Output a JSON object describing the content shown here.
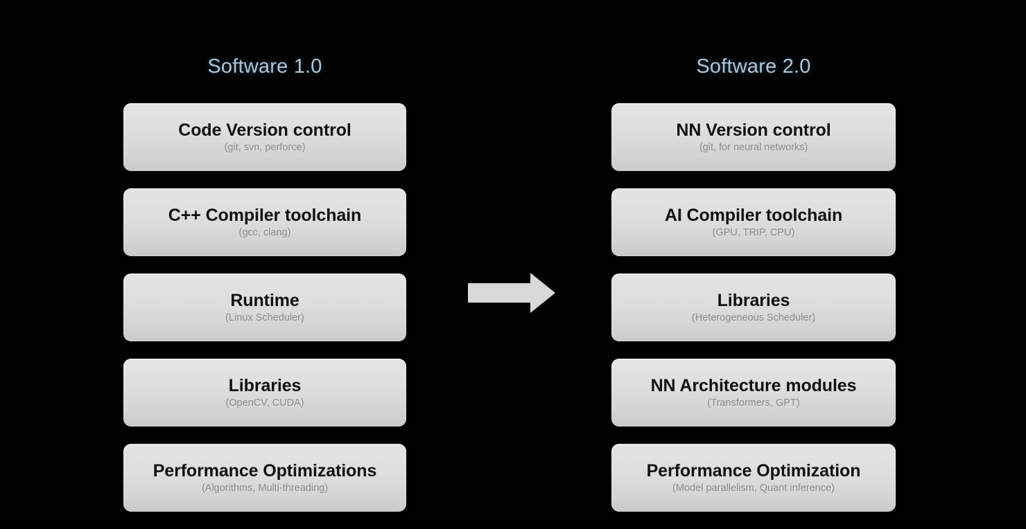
{
  "slide": {
    "background_color": "#000000",
    "title_color": "#a9c6da",
    "card_fill_color": "#dedede",
    "card_title_color": "#111111",
    "card_subtitle_color": "#8d8d8d",
    "arrow_color": "#d9d9d9"
  },
  "columns": [
    {
      "id": "software-1-0",
      "title": "Software 1.0",
      "cards": [
        {
          "title": "Code Version control",
          "subtitle": "(git, svn, perforce)"
        },
        {
          "title": "C++ Compiler toolchain",
          "subtitle": "(gcc, clang)"
        },
        {
          "title": "Runtime",
          "subtitle": "(Linux Scheduler)"
        },
        {
          "title": "Libraries",
          "subtitle": "(OpenCV, CUDA)"
        },
        {
          "title": "Performance Optimizations",
          "subtitle": "(Algorithms, Multi-threading)"
        }
      ]
    },
    {
      "id": "software-2-0",
      "title": "Software 2.0",
      "cards": [
        {
          "title": "NN Version control",
          "subtitle": "(git, for neural networks)"
        },
        {
          "title": "AI Compiler toolchain",
          "subtitle": "(GPU, TRIP, CPU)"
        },
        {
          "title": "Libraries",
          "subtitle": "(Heterogeneous Scheduler)"
        },
        {
          "title": "NN Architecture modules",
          "subtitle": "(Transformers, GPT)"
        },
        {
          "title": "Performance Optimization",
          "subtitle": "(Model parallelism, Quant inference)"
        }
      ]
    }
  ],
  "arrow": {
    "direction": "right",
    "label": ""
  },
  "chart_data": {
    "type": "table",
    "title": "Software 1.0 vs Software 2.0 stack comparison",
    "categories": [
      "Version control",
      "Compiler toolchain",
      "Runtime / Libraries",
      "Libraries / Architecture modules",
      "Performance Optimization"
    ],
    "series": [
      {
        "name": "Software 1.0",
        "values": [
          "Code Version control (git, svn, perforce)",
          "C++ Compiler toolchain (gcc, clang)",
          "Runtime (Linux Scheduler)",
          "Libraries (OpenCV, CUDA)",
          "Performance Optimizations (Algorithms, Multi-threading)"
        ]
      },
      {
        "name": "Software 2.0",
        "values": [
          "NN Version control (git, for neural networks)",
          "AI Compiler toolchain (GPU, TRIP, CPU)",
          "Libraries (Heterogeneous Scheduler)",
          "NN Architecture modules (Transformers, GPT)",
          "Performance Optimization (Model parallelism, Quant inference)"
        ]
      }
    ]
  }
}
